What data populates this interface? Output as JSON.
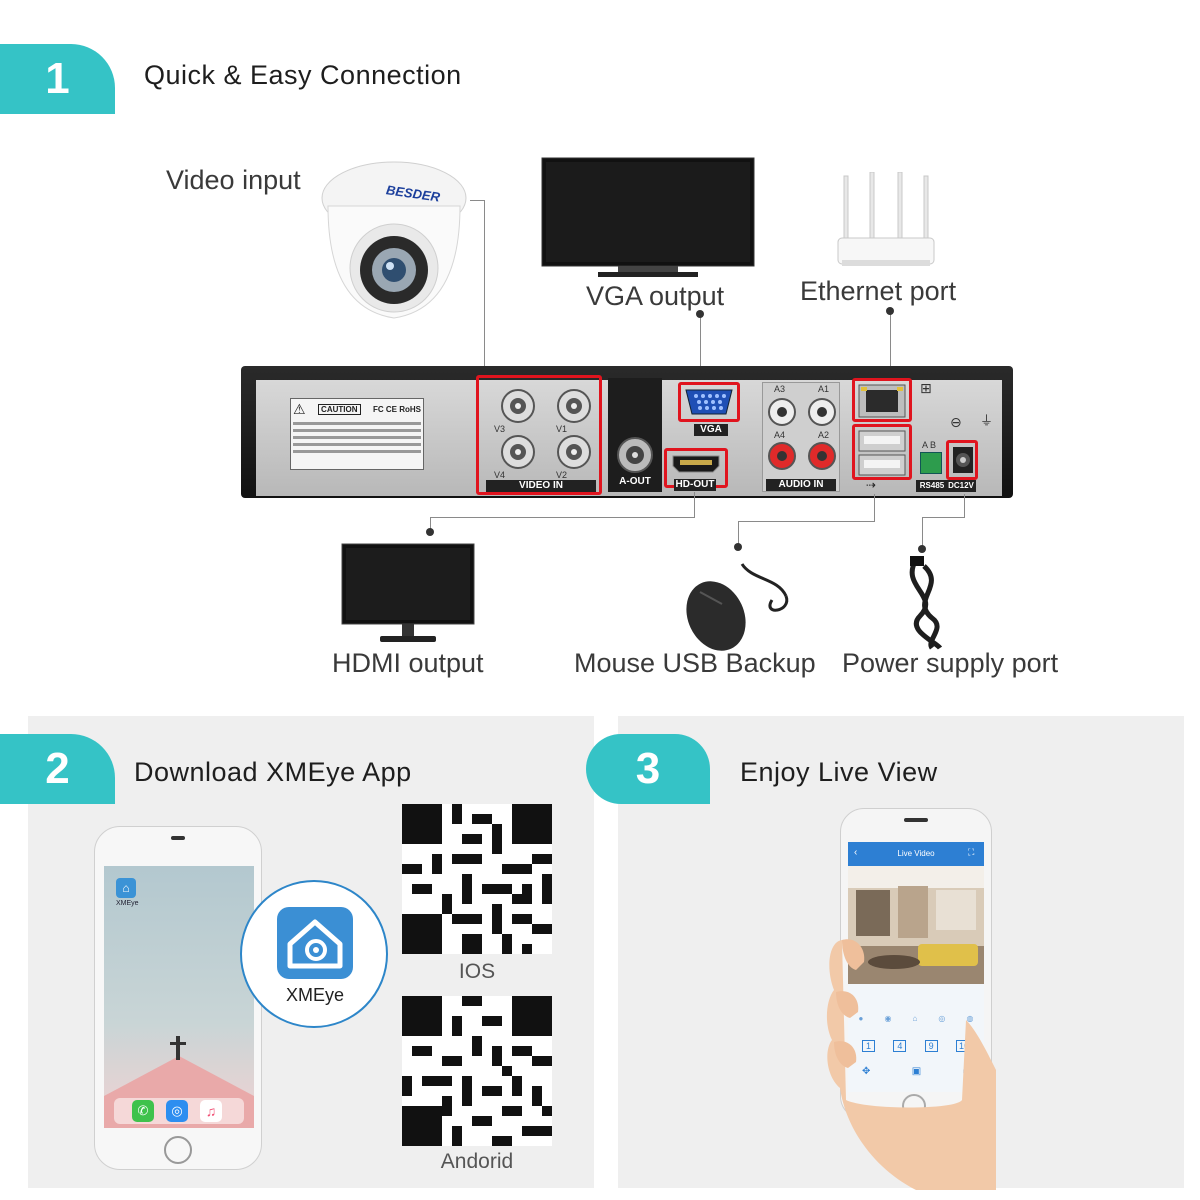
{
  "steps": [
    {
      "number": "1",
      "title": "Quick & Easy Connection"
    },
    {
      "number": "2",
      "title": "Download XMEye App"
    },
    {
      "number": "3",
      "title": "Enjoy Live View"
    }
  ],
  "connections": {
    "video_input": "Video input",
    "vga_output": "VGA output",
    "ethernet_port": "Ethernet port",
    "hdmi_output": "HDMI output",
    "mouse_usb_backup": "Mouse USB Backup",
    "power_supply_port": "Power supply port"
  },
  "dvr": {
    "caution_title": "CAUTION",
    "certifications": "FC CE RoHS",
    "video_in_label": "VIDEO IN",
    "channels": [
      "V3",
      "V1",
      "V4",
      "V2"
    ],
    "a_out_label": "A-OUT",
    "vga_label": "VGA",
    "hd_out_label": "HD-OUT",
    "audio_channels": [
      "A3",
      "A1",
      "A4",
      "A2"
    ],
    "audio_in_label": "AUDIO IN",
    "rs485_label": "RS485",
    "rs485_pins": "A B",
    "dc_label": "DC12V"
  },
  "camera_brand": "BESDER",
  "app": {
    "name": "XMEye",
    "home_icon_label": "XMEye",
    "qr_ios": "IOS",
    "qr_android": "Andorid"
  },
  "live_view": {
    "header_title": "Live Video",
    "grid_options": [
      "1",
      "4",
      "9",
      "16"
    ]
  },
  "colors": {
    "accent": "#35c3c6",
    "highlight": "#e0141e",
    "panel_bg": "#efefef"
  }
}
